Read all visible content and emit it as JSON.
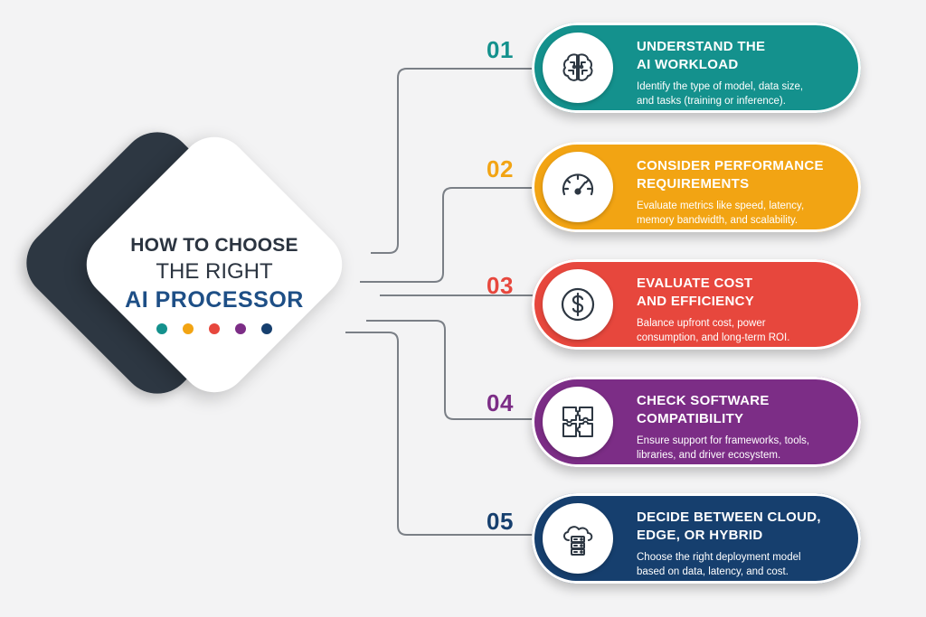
{
  "center": {
    "line1": "HOW TO CHOOSE",
    "line2": "THE RIGHT",
    "line3": "AI PROCESSOR"
  },
  "colors": {
    "teal": "#14918d",
    "amber": "#f2a413",
    "red": "#e7473d",
    "purple": "#7c2d86",
    "navy": "#163f6e",
    "dark": "#2d3742",
    "connector": "#7a7f86"
  },
  "steps": [
    {
      "number": "01",
      "title_line1": "UNDERSTAND THE",
      "title_line2": "AI WORKLOAD",
      "desc_line1": "Identify the type of model, data size,",
      "desc_line2": "and tasks (training or inference).",
      "icon": "brain-icon",
      "color": "#14918d"
    },
    {
      "number": "02",
      "title_line1": "CONSIDER PERFORMANCE",
      "title_line2": "REQUIREMENTS",
      "desc_line1": "Evaluate metrics like speed, latency,",
      "desc_line2": "memory bandwidth, and scalability.",
      "icon": "speedometer-icon",
      "color": "#f2a413"
    },
    {
      "number": "03",
      "title_line1": "EVALUATE COST",
      "title_line2": "AND EFFICIENCY",
      "desc_line1": "Balance upfront cost, power",
      "desc_line2": "consumption, and long-term ROI.",
      "icon": "dollar-icon",
      "color": "#e7473d"
    },
    {
      "number": "04",
      "title_line1": "CHECK SOFTWARE",
      "title_line2": "COMPATIBILITY",
      "desc_line1": "Ensure support for frameworks, tools,",
      "desc_line2": "libraries, and driver ecosystem.",
      "icon": "puzzle-icon",
      "color": "#7c2d86"
    },
    {
      "number": "05",
      "title_line1": "DECIDE BETWEEN CLOUD,",
      "title_line2": "EDGE, OR HYBRID",
      "desc_line1": "Choose the right deployment model",
      "desc_line2": "based on data, latency, and cost.",
      "icon": "cloud-server-icon",
      "color": "#163f6e"
    }
  ]
}
